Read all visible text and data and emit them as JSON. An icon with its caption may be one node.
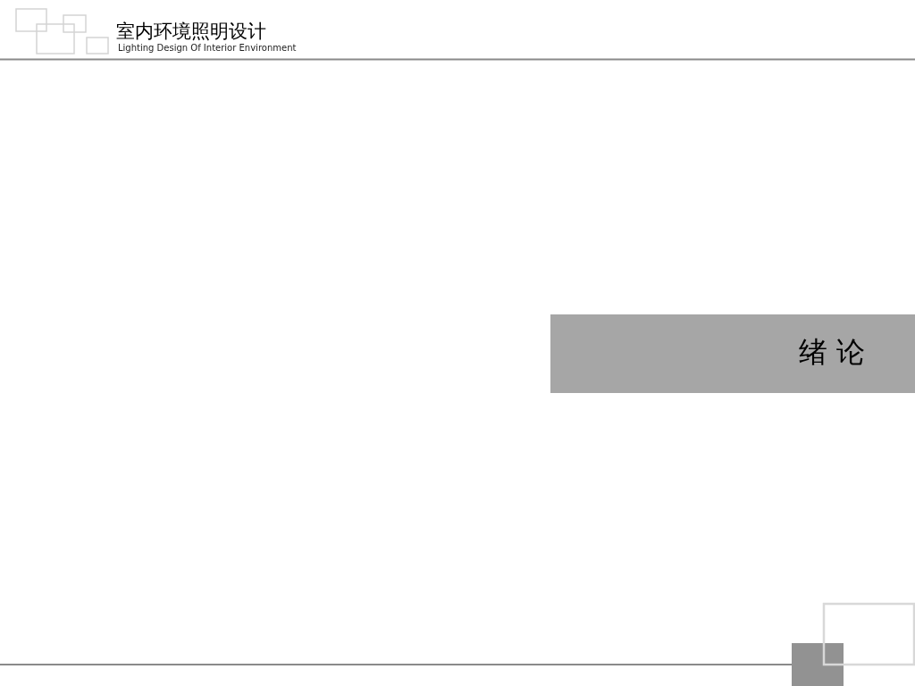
{
  "diagram": {
    "title": "室内环境照明设计",
    "nodes": [
      {
        "text": [
          "绪 论"
        ]
      }
    ],
    "labels": [
      "Lighting Design Of Interior Environment"
    ]
  }
}
